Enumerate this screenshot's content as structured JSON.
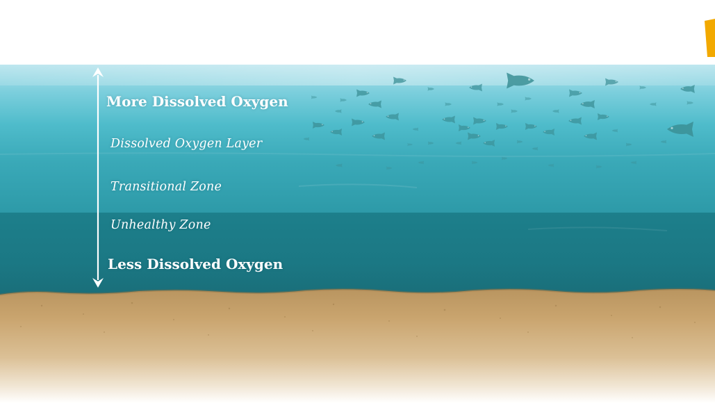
{
  "labels": {
    "top": "More Dissolved Oxygen",
    "layer": "Dissolved Oxygen Layer",
    "transitional": "Transitional Zone",
    "unhealthy": "Unhealthy Zone",
    "bottom": "Less Dissolved Oxygen"
  },
  "colors": {
    "surface_water": "#a8dde8",
    "oxygen_layer": "#4fbccb",
    "transitional_zone": "#3aa7b6",
    "unhealthy_zone": "#1f8793",
    "sand": "#c9a46e",
    "fish": "#3b8f95",
    "arrow": "#ffffff",
    "corner_tab": "#f2a900"
  },
  "icons": {
    "fish": "fish-icon",
    "arrow": "double-arrow-icon"
  }
}
